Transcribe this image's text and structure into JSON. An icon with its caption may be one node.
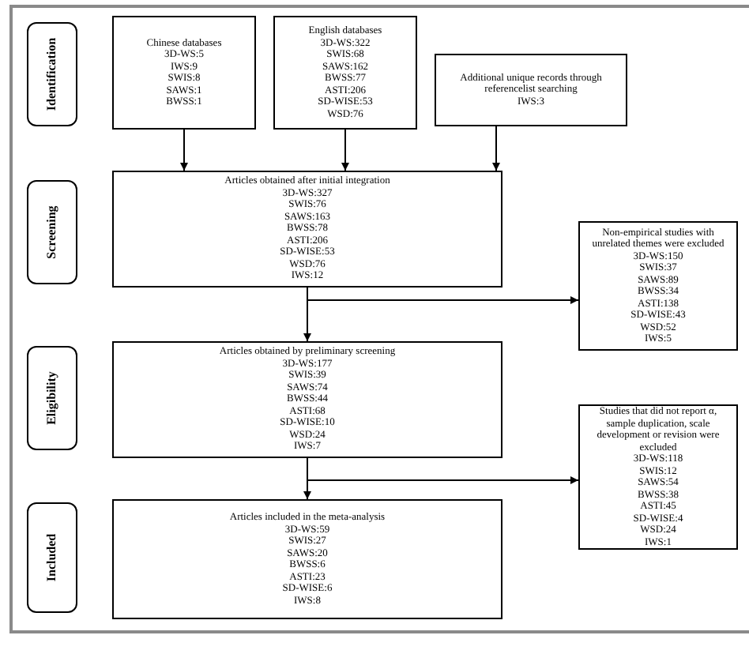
{
  "diagram": {
    "nodes": [
      {
        "text": [
          "Identification"
        ]
      },
      {
        "text": [
          "Chinese databases",
          "3D-WS:5",
          "IWS:9",
          "SWIS:8",
          "SAWS:1",
          "BWSS:1"
        ]
      },
      {
        "text": [
          "English databases",
          "3D-WS:322",
          "SWIS:68",
          "SAWS:162",
          "BWSS:77",
          "ASTI:206",
          "SD-WISE:53",
          "WSD:76"
        ]
      },
      {
        "text": [
          "Additional unique records through referencelist searching",
          "IWS:3"
        ]
      },
      {
        "text": [
          "Screening"
        ]
      },
      {
        "text": [
          "Articles obtained after initial integration",
          "3D-WS:327",
          "SWIS:76",
          "SAWS:163",
          "BWSS:78",
          "ASTI:206",
          "SD-WISE:53",
          "WSD:76",
          "IWS:12"
        ]
      },
      {
        "text": [
          "Non-empirical studies with unrelated themes were excluded",
          "3D-WS:150",
          "SWIS:37",
          "SAWS:89",
          "BWSS:34",
          "ASTI:138",
          "SD-WISE:43",
          "WSD:52",
          "IWS:5"
        ]
      },
      {
        "text": [
          "Eligibility"
        ]
      },
      {
        "text": [
          "Articles obtained by preliminary screening",
          "3D-WS:177",
          "SWIS:39",
          "SAWS:74",
          "BWSS:44",
          "ASTI:68",
          "SD-WISE:10",
          "WSD:24",
          "IWS:7"
        ]
      },
      {
        "text": [
          "Studies that did not report α, sample duplication, scale development or revision were excluded",
          "3D-WS:118",
          "SWIS:12",
          "SAWS:54",
          "BWSS:38",
          "ASTI:45",
          "SD-WISE:4",
          "WSD:24",
          "IWS:1"
        ]
      },
      {
        "text": [
          "Included"
        ]
      },
      {
        "text": [
          "Articles included in the meta-analysis",
          "3D-WS:59",
          "SWIS:27",
          "SAWS:20",
          "BWSS:6",
          "ASTI:23",
          "SD-WISE:6",
          "IWS:8"
        ]
      }
    ],
    "edges": [
      {
        "from": 1,
        "to": 5,
        "arrow": "to"
      },
      {
        "from": 2,
        "to": 5,
        "arrow": "to"
      },
      {
        "from": 3,
        "to": 5,
        "arrow": "to"
      },
      {
        "from": 5,
        "to": 8,
        "arrow": "to"
      },
      {
        "from": 5,
        "to": 6,
        "arrow": "to"
      },
      {
        "from": 8,
        "to": 11,
        "arrow": "to"
      },
      {
        "from": 8,
        "to": 9,
        "arrow": "to"
      }
    ]
  }
}
